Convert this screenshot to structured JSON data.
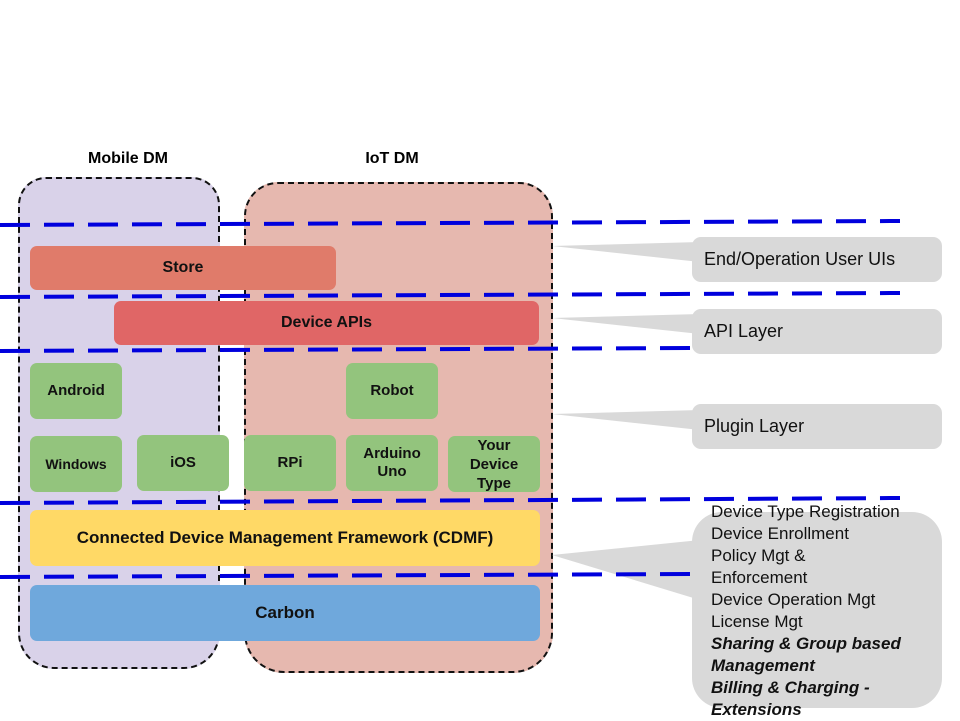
{
  "groups": {
    "mobile": {
      "title": "Mobile DM"
    },
    "iot": {
      "title": "IoT DM"
    }
  },
  "blocks": {
    "store": "Store",
    "device_apis": "Device APIs",
    "cdmf": "Connected Device Management Framework (CDMF)",
    "carbon": "Carbon"
  },
  "plugins": {
    "android": "Android",
    "windows": "Windows",
    "ios": "iOS",
    "robot": "Robot",
    "rpi": "RPi",
    "arduino": [
      "Arduino",
      "Uno"
    ],
    "your_device": [
      "Your",
      "Device",
      "Type"
    ]
  },
  "layers": {
    "ui": "End/Operation User UIs",
    "api": "API Layer",
    "plugin": "Plugin Layer",
    "cdmf_features": [
      {
        "text": "Device Type Registration",
        "emphasis": false
      },
      {
        "text": "Device Enrollment",
        "emphasis": false
      },
      {
        "text": "Policy Mgt &",
        "emphasis": false
      },
      {
        "text": "Enforcement",
        "emphasis": false
      },
      {
        "text": "Device Operation Mgt",
        "emphasis": false
      },
      {
        "text": "License Mgt",
        "emphasis": false
      },
      {
        "text": "Sharing & Group based",
        "emphasis": true
      },
      {
        "text": "Management",
        "emphasis": true
      },
      {
        "text": "Billing & Charging -",
        "emphasis": true
      },
      {
        "text": "Extensions",
        "emphasis": true
      }
    ]
  },
  "colors": {
    "mobile_bg": "#d9d2e9",
    "iot_bg": "#e6b8af",
    "store": "#e07b6a",
    "device_apis": "#e06666",
    "plugin": "#93c47d",
    "cdmf": "#ffd966",
    "carbon": "#6fa8dc",
    "separator": "#0000dd",
    "callout": "#d9d9d9"
  }
}
